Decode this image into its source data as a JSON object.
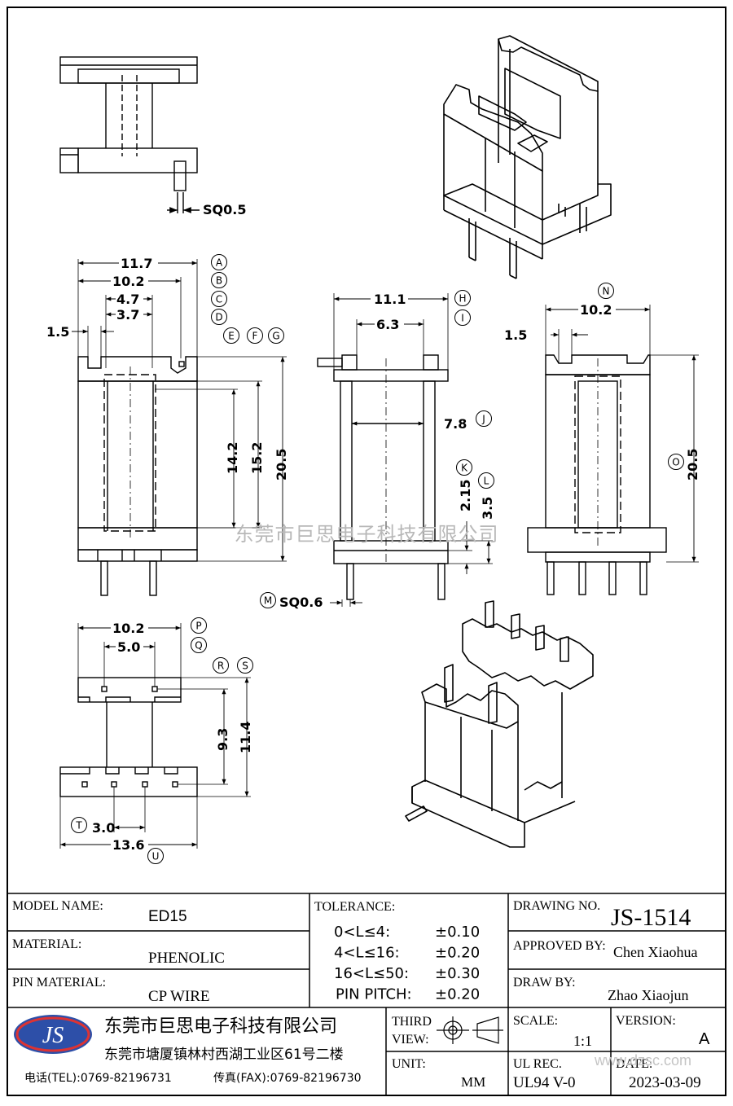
{
  "dims": {
    "top_pin": "SQ0.5",
    "front_w1": "11.7",
    "front_w2": "10.2",
    "front_w3": "4.7",
    "front_w4": "3.7",
    "front_w5": "1.5",
    "front_h1": "14.2",
    "front_h2": "15.2",
    "front_h3": "20.5",
    "side_w1": "11.1",
    "side_w2": "6.3",
    "side_d": "7.8",
    "side_h1": "2.15",
    "side_h2": "3.5",
    "side_pin": "SQ0.6",
    "right_w1": "10.2",
    "right_w2": "1.5",
    "right_h": "20.5",
    "bot_w1": "10.2",
    "bot_w2": "5.0",
    "bot_h1": "9.3",
    "bot_h2": "11.4",
    "bot_w3": "3.0",
    "bot_w4": "13.6"
  },
  "markers": [
    "A",
    "B",
    "C",
    "D",
    "E",
    "F",
    "G",
    "H",
    "I",
    "J",
    "K",
    "L",
    "M",
    "N",
    "O",
    "P",
    "Q",
    "R",
    "S",
    "T",
    "U"
  ],
  "watermark": "东莞市巨思电子科技有限公司",
  "title_block": {
    "model_label": "MODEL NAME:",
    "model_value": "ED15",
    "material_label": "MATERIAL:",
    "material_value": "PHENOLIC",
    "pin_material_label": "PIN MATERIAL:",
    "pin_material_value": "CP WIRE",
    "tolerance_label": "TOLERANCE:",
    "tolerances": [
      {
        "range": "0<L≤4:",
        "value": "±0.10"
      },
      {
        "range": "4<L≤16:",
        "value": "±0.20"
      },
      {
        "range": "16<L≤50:",
        "value": "±0.30"
      },
      {
        "range": "PIN PITCH:",
        "value": "±0.20"
      }
    ],
    "drawing_no_label": "DRAWING NO.",
    "drawing_no_value": "JS-1514",
    "approved_label": "APPROVED BY:",
    "approved_value": "Chen Xiaohua",
    "draw_label": "DRAW BY:",
    "draw_value": "Zhao Xiaojun",
    "logo_text": "JS",
    "company_name": "东莞市巨思电子科技有限公司",
    "company_address": "东莞市塘厦镇林村西湖工业区61号二楼",
    "tel": "电话(TEL):0769-82196731",
    "fax": "传真(FAX):0769-82196730",
    "third_label": "THIRD",
    "view_label": "VIEW:",
    "scale_label": "SCALE:",
    "scale_value": "1:1",
    "version_label": "VERSION:",
    "version_value": "A",
    "unit_label": "UNIT:",
    "unit_value": "MM",
    "ul_label": "UL REC.",
    "ul_value": "UL94 V-0",
    "date_label": "DATE:",
    "date_value": "2023-03-09",
    "site_watermark": "www.dzsc.com"
  }
}
